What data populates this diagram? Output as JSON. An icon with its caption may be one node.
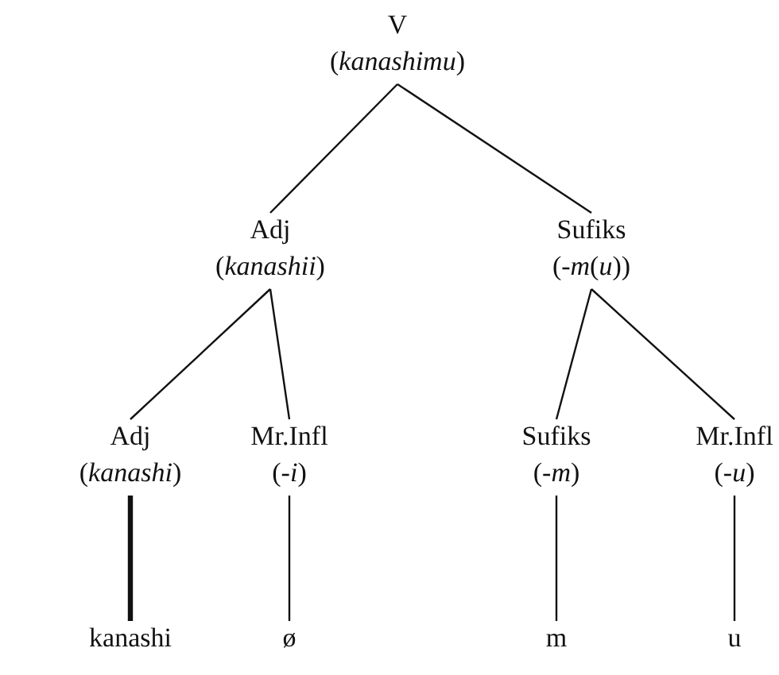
{
  "diagram": {
    "nodes": [
      {
        "text": [
          "V",
          "(*kanashimu*)"
        ]
      },
      {
        "text": [
          "Adj",
          "(*kanashii*)"
        ]
      },
      {
        "text": [
          "Sufiks",
          "(-*m*(*u*))"
        ]
      },
      {
        "text": [
          "Adj",
          "(*kanashi*)"
        ]
      },
      {
        "text": [
          "Mr.Infl",
          "(-*i*)"
        ]
      },
      {
        "text": [
          "Sufiks",
          "(-*m*)"
        ]
      },
      {
        "text": [
          "Mr.Infl",
          "(-*u*)"
        ]
      },
      {
        "text": [
          "kanashi"
        ]
      },
      {
        "text": [
          "ø"
        ]
      },
      {
        "text": [
          "m"
        ]
      },
      {
        "text": [
          "u"
        ]
      }
    ],
    "edges": [
      {
        "from": 0,
        "to": 1,
        "arrow": "none"
      },
      {
        "from": 0,
        "to": 2,
        "arrow": "none"
      },
      {
        "from": 1,
        "to": 3,
        "arrow": "none"
      },
      {
        "from": 1,
        "to": 4,
        "arrow": "none"
      },
      {
        "from": 2,
        "to": 5,
        "arrow": "none"
      },
      {
        "from": 2,
        "to": 6,
        "arrow": "none"
      },
      {
        "from": 3,
        "to": 7,
        "arrow": "none",
        "style": "thick"
      },
      {
        "from": 4,
        "to": 8,
        "arrow": "none"
      },
      {
        "from": 5,
        "to": 9,
        "arrow": "none"
      },
      {
        "from": 6,
        "to": 10,
        "arrow": "none"
      }
    ]
  }
}
